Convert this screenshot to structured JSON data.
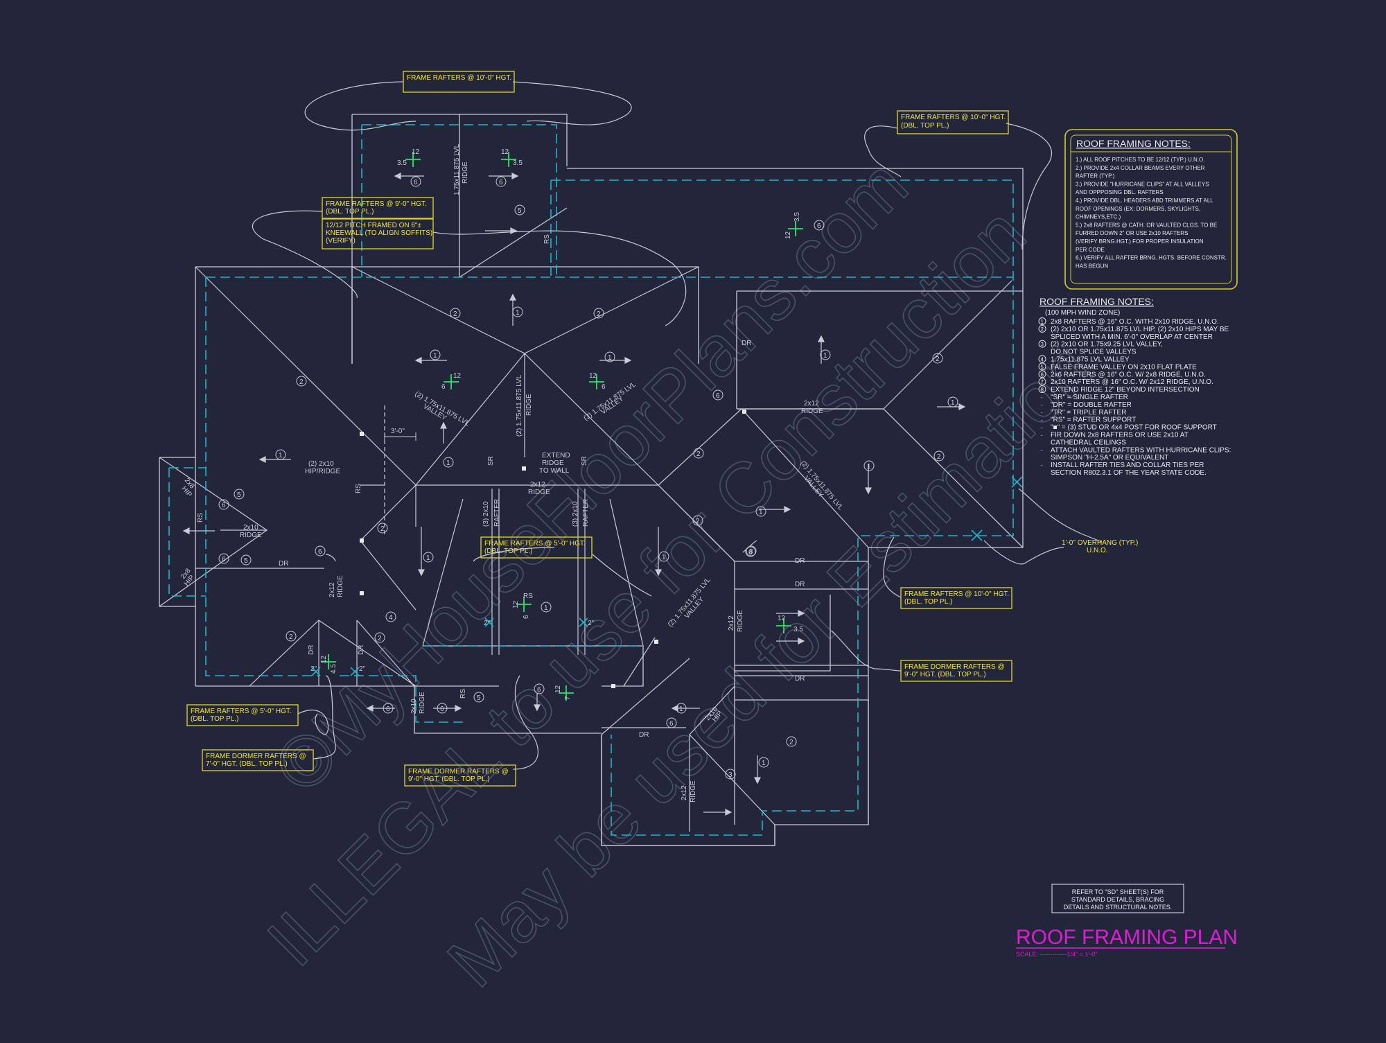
{
  "colors": {
    "background": "#23263a",
    "line": "#c9cbd6",
    "dashed": "#1fb5c9",
    "callout_text": "#f3e733",
    "callout_border": "#d6cc2a",
    "marker": "#2ee36a",
    "title": "#e11ad9",
    "watermark": "#5a5e78"
  },
  "watermark": {
    "line1": "©MyHouseFloorPlans.com",
    "line2": "ILLEGAL to use for Construction",
    "line3": "May be used for Estimation"
  },
  "callouts": [
    {
      "id": "c1",
      "lines": [
        "FRAME RAFTERS @ 10'-0\" HGT."
      ]
    },
    {
      "id": "c2",
      "lines": [
        "FRAME RAFTERS @ 10'-0\" HGT.",
        "(DBL. TOP PL.)"
      ]
    },
    {
      "id": "c3",
      "lines": [
        "FRAME RAFTERS @ 9'-0\" HGT.",
        "(DBL. TOP PL.)"
      ]
    },
    {
      "id": "c4",
      "lines": [
        "12/12 PITCH FRAMED ON 6\"±",
        "KNEEWALL (TO ALIGN SOFFITS)",
        "(VERIFY)"
      ]
    },
    {
      "id": "c5",
      "lines": [
        "FRAME RAFTERS @ 5'-0\" HGT.",
        "(DBL. TOP PL.)"
      ]
    },
    {
      "id": "c6",
      "lines": [
        "FRAME RAFTERS @ 10'-0\" HGT.",
        "(DBL. TOP PL.)"
      ]
    },
    {
      "id": "c7",
      "lines": [
        "FRAME DORMER RAFTERS @",
        "9'-0\" HGT. (DBL. TOP PL.)"
      ]
    },
    {
      "id": "c8",
      "lines": [
        "FRAME RAFTERS @ 5'-0\" HGT.",
        "(DBL. TOP PL.)"
      ]
    },
    {
      "id": "c9",
      "lines": [
        "FRAME DORMER RAFTERS @",
        "7'-0\" HGT. (DBL. TOP PL.)"
      ]
    },
    {
      "id": "c10",
      "lines": [
        "FRAME DORMER RAFTERS @",
        "9'-0\" HGT. (DBL. TOP PL.)"
      ]
    },
    {
      "id": "c11",
      "lines": [
        "1'-0\" OVERHANG (TYP.)",
        "U.N.O."
      ]
    }
  ],
  "framing_notes_box": {
    "title": "ROOF FRAMING NOTES:",
    "notes": [
      "1.) ALL ROOF PITCHES TO BE  12/12 (TYP.) U.N.O.",
      "2.) PROVIDE 2x4 COLLAR BEAMS EVERY OTHER",
      "     RAFTER (TYP.)",
      "3.) PROVIDE \"HURRICANE CLIPS\" AT ALL VALLEYS",
      "     AND OPPPOSING DBL. RAFTERS",
      "4.) PROVIDE DBL. HEADERS ABD TRIMMERS AT ALL",
      "     ROOF OPENINGS (EX: DORMERS, SKYLIGHTS,",
      "     CHIMNEYS,ETC.)",
      "5.) 2x8 RAFTERS @ CATH. OR VAULTED CLGS. TO BE",
      "     FURRED DOWN 2\" OR USE 2x10 RAFTERS",
      "     (VERIFY BRNG.HGT.) FOR PROPER INSULATION",
      "     PER CODE",
      "6.) VERIFY ALL RAFTER BRNG. HGTS. BEFORE CONSTR.",
      "     HAS BEGUN"
    ]
  },
  "framing_notes_list": {
    "title": "ROOF FRAMING NOTES:",
    "subtitle": "(100 MPH WIND ZONE)",
    "items": [
      {
        "n": "1",
        "t": "2x8 RAFTERS @ 16\" O.C. WITH 2x10 RIDGE, U.N.O."
      },
      {
        "n": "2",
        "t": "(2) 2x10 OR 1.75x11.875 LVL HIP, (2) 2x10 HIPS MAY BE"
      },
      {
        "n": "",
        "t": "SPLICED WITH A MIN. 6'-0\" OVERLAP AT CENTER"
      },
      {
        "n": "3",
        "t": "(2) 2x10 OR 1.75x9.25 LVL VALLEY,"
      },
      {
        "n": "",
        "t": "DO NOT SPLICE VALLEYS"
      },
      {
        "n": "4",
        "t": "1.75x11.875 LVL VALLEY"
      },
      {
        "n": "5",
        "t": "FALSE FRAME VALLEY ON 2x10 FLAT PLATE"
      },
      {
        "n": "6",
        "t": "2x6 RAFTERS @ 16\" O.C. W/ 2x8 RIDGE, U.N.O."
      },
      {
        "n": "7",
        "t": "2x10 RAFTERS @ 16\" O.C. W/ 2x12 RIDGE, U.N.O."
      },
      {
        "n": "8",
        "t": "EXTEND RIDGE 12\" BEYOND INTERSECTION"
      },
      {
        "n": "-",
        "t": "\"SR\" = SINGLE RAFTER"
      },
      {
        "n": "-",
        "t": "\"DR\" = DOUBLE RAFTER"
      },
      {
        "n": "-",
        "t": "\"TR\" = TRIPLE RAFTER"
      },
      {
        "n": "-",
        "t": "\"RS\" = RAFTER SUPPORT"
      },
      {
        "n": "-",
        "t": "\"■\" = (3) STUD OR 4x4 POST FOR ROOF SUPPORT"
      },
      {
        "n": "-",
        "t": "FIR DOWN 2x8 RAFTERS OR USE 2x10 AT"
      },
      {
        "n": "",
        "t": "CATHEDRAL CEILINGS"
      },
      {
        "n": "-",
        "t": "ATTACH VAULTED RAFTERS WITH HURRICANE CLIPS:"
      },
      {
        "n": "",
        "t": "SIMPSON \"H-2.5A\" OR EQUIVALENT"
      },
      {
        "n": "-",
        "t": "INSTALL RAFTER TIES AND COLLAR TIES PER"
      },
      {
        "n": "",
        "t": "SECTION R802.3.1 OF THE YEAR STATE CODE."
      }
    ]
  },
  "refer_box": {
    "lines": [
      "REFER TO \"SD\" SHEET(S) FOR",
      "STANDARD DETAILS, BRACING",
      "DETAILS AND STRUCTURAL NOTES."
    ]
  },
  "title_block": {
    "title": "ROOF FRAMING PLAN",
    "scale": "SCALE: -------------1/4\" = 1'-0\""
  },
  "plan_labels": {
    "ridge": "RIDGE",
    "lvl_ridge": "1.75x11.875 LVL",
    "lvl_valley": "(2) 1.75x11.875 LVL",
    "valley": "VALLEY",
    "extend_ridge": [
      "EXTEND",
      "RIDGE",
      "TO WALL"
    ],
    "hip_ridge": [
      "(2) 2x10",
      "HIP/RIDGE"
    ],
    "dim_3_0": "3'-0\"",
    "dr": "DR",
    "rs": "RS",
    "sr": "SR",
    "x2x12": "2x12",
    "x2x10": "2x10",
    "x2x8": "2x8",
    "hip": "HIP",
    "raft3_2x10": "(3) 2x10",
    "rafter": "RAFTER",
    "p12": "12",
    "p3_5": "3.5",
    "p6": "6",
    "p4_5": "4.5",
    "p7": "7",
    "p2": "2\""
  }
}
